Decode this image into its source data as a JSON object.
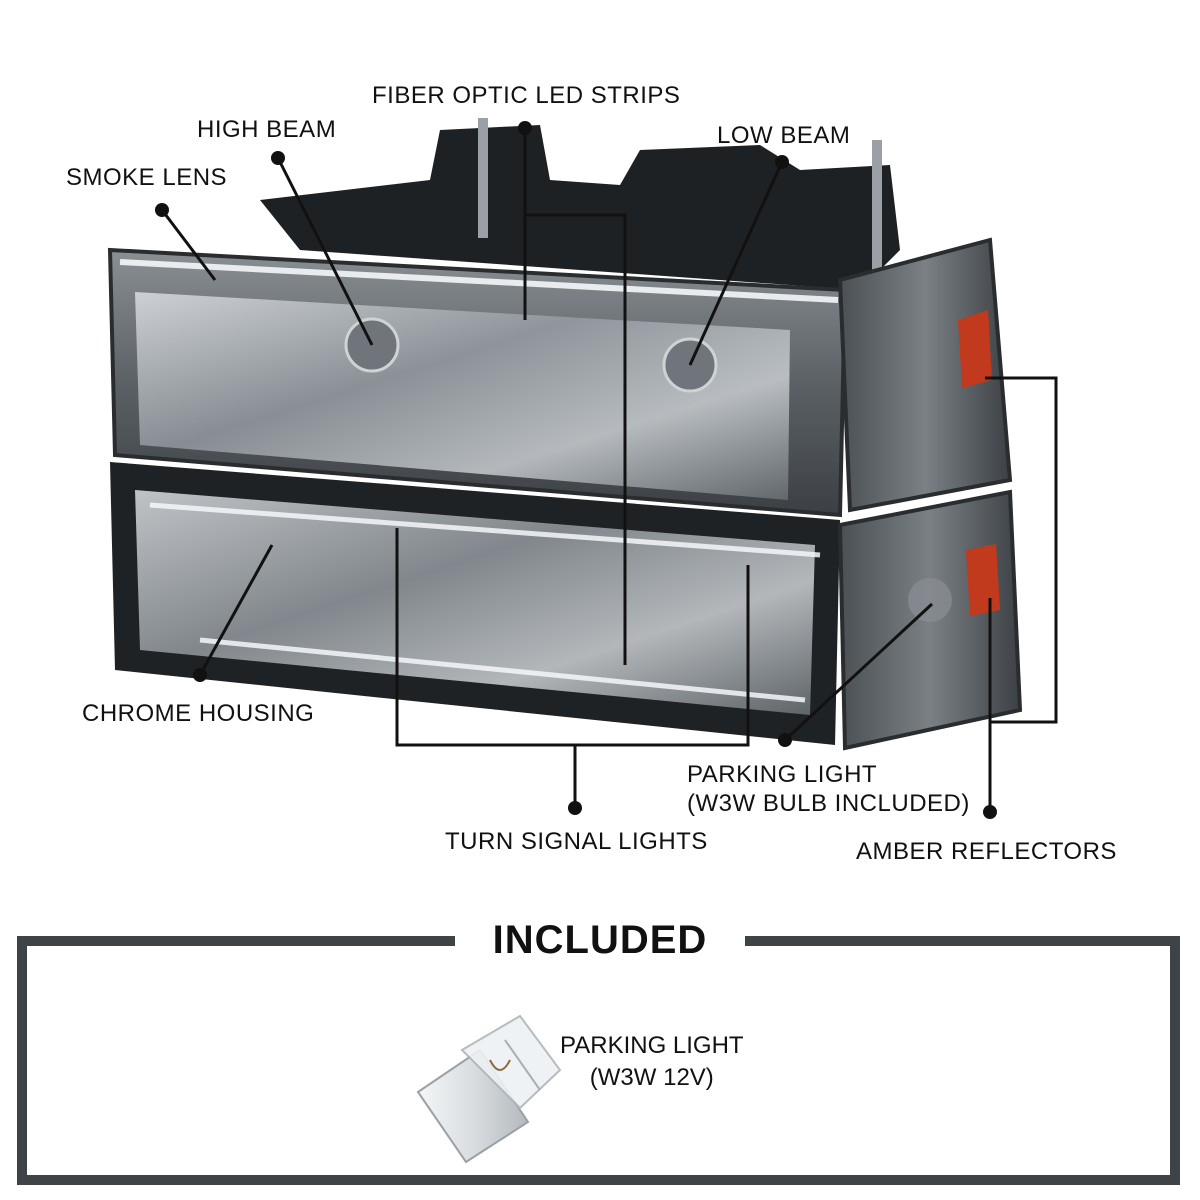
{
  "callouts": {
    "fiber_optic": "FIBER OPTIC LED STRIPS",
    "high_beam": "HIGH BEAM",
    "low_beam": "LOW BEAM",
    "smoke_lens": "SMOKE LENS",
    "chrome_housing": "CHROME HOUSING",
    "turn_signal": "TURN SIGNAL LIGHTS",
    "parking_light_line1": "PARKING LIGHT",
    "parking_light_line2": "(W3W BULB INCLUDED)",
    "amber_reflectors": "AMBER REFLECTORS"
  },
  "included": {
    "title": "INCLUDED",
    "item_line1": "PARKING LIGHT",
    "item_line2": "(W3W 12V)"
  },
  "colors": {
    "frame": "#3d4347",
    "leader": "#111111",
    "lens_smoke": "#5c6166",
    "chrome": "#c9cdd1",
    "amber": "#c23a1e"
  }
}
